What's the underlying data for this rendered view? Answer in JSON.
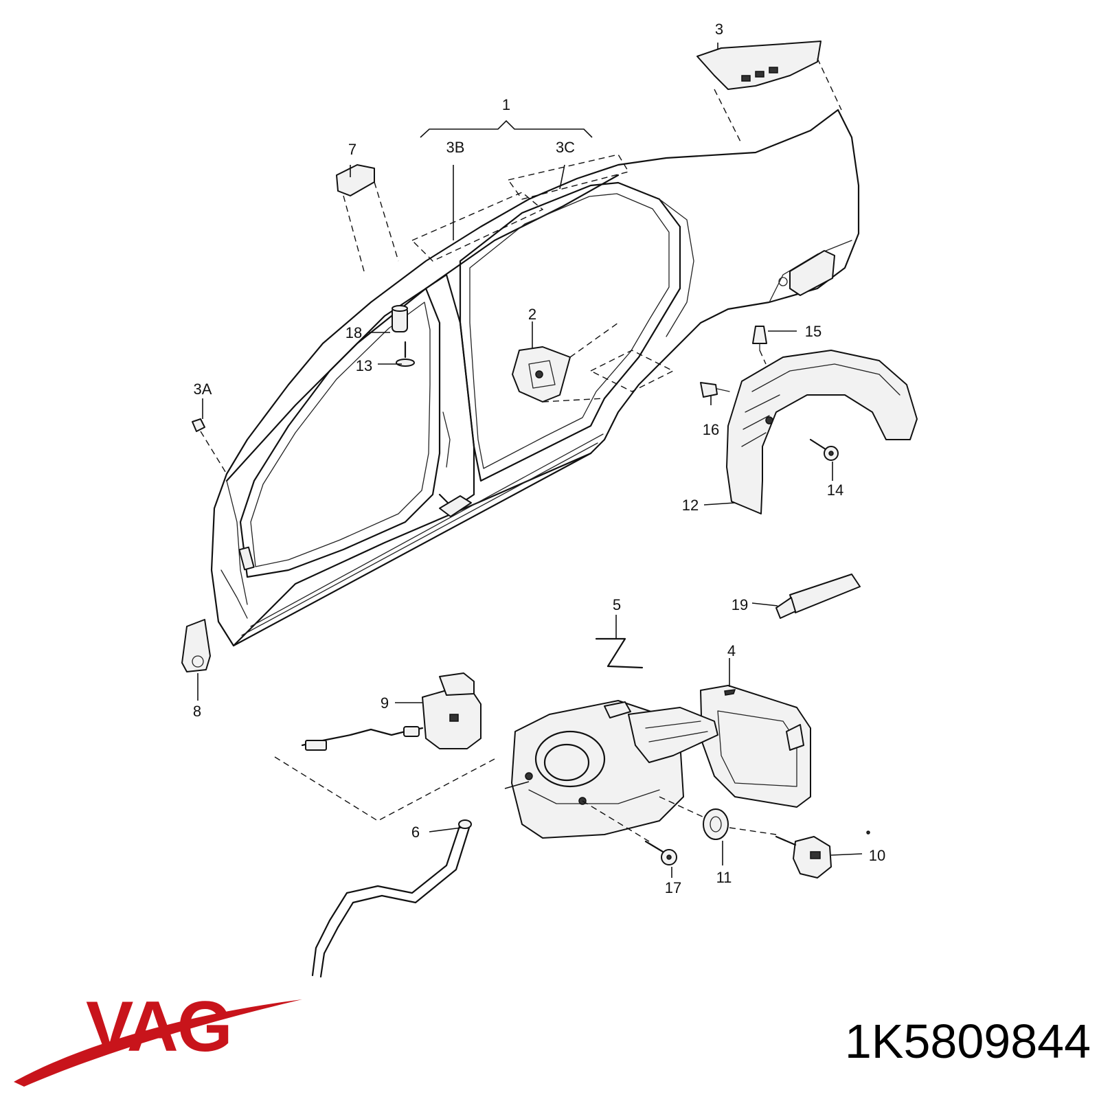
{
  "callouts": {
    "c1": "1",
    "c2": "2",
    "c3": "3",
    "c3a": "3A",
    "c3b": "3B",
    "c3c": "3C",
    "c4": "4",
    "c5": "5",
    "c6": "6",
    "c7": "7",
    "c8": "8",
    "c9": "9",
    "c10": "10",
    "c11": "11",
    "c12": "12",
    "c13": "13",
    "c14": "14",
    "c15": "15",
    "c16": "16",
    "c17": "17",
    "c18": "18",
    "c19": "19"
  },
  "brand": {
    "logo_text": "VAG",
    "logo_color": "#c8141b"
  },
  "part_number": "1K5809844"
}
